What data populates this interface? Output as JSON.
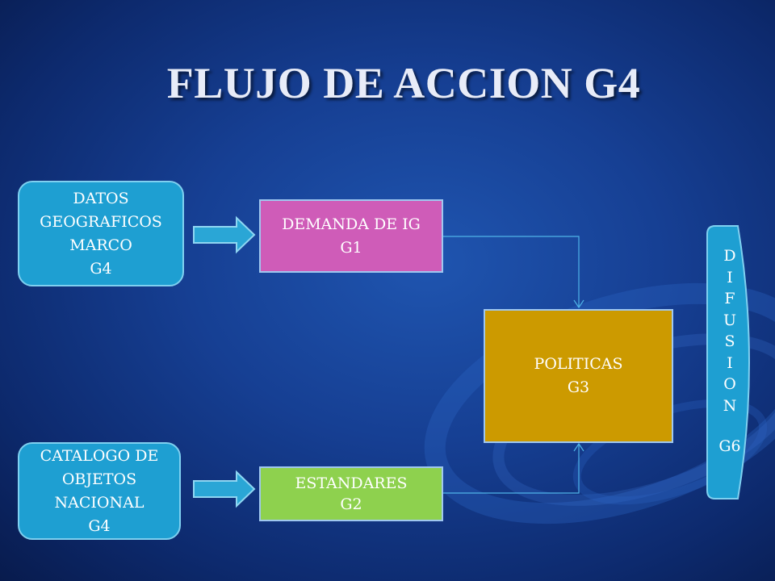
{
  "title": "FLUJO DE ACCION G4",
  "nodes": {
    "datos": [
      "DATOS",
      "GEOGRAFICOS",
      "MARCO",
      "G4"
    ],
    "catalogo": [
      "CATALOGO DE",
      "OBJETOS",
      "NACIONAL",
      "G4"
    ],
    "demanda": [
      "DEMANDA DE IG",
      "G1"
    ],
    "estandares": [
      "ESTANDARES",
      "G2"
    ],
    "politicas": [
      "POLITICAS",
      "G3"
    ],
    "difusion": {
      "letters": [
        "D",
        "I",
        "F",
        "U",
        "S",
        "I",
        "O",
        "N"
      ],
      "code": "G6"
    }
  },
  "colors": {
    "background": "#163f93",
    "rounded_box": "#1e9fd2",
    "demanda": "#cf5cb8",
    "estandares": "#8ed14e",
    "politicas": "#cc9a00",
    "arrow": "#2aa6d6"
  }
}
